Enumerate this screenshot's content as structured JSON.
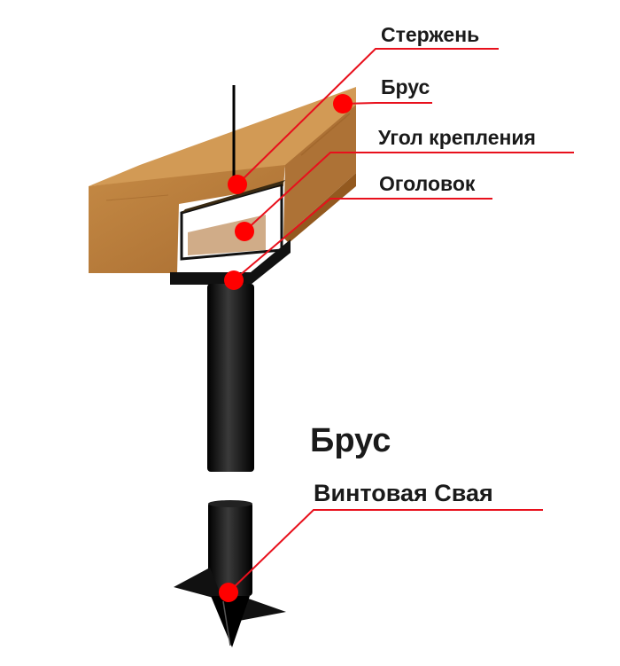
{
  "labels": {
    "rod": "Стержень",
    "beam": "Брус",
    "bracket": "Угол крепления",
    "head": "Оголовок",
    "title": "Брус",
    "pile": "Винтовая Свая"
  },
  "colors": {
    "leader": "#e8101c",
    "marker": "#ff0000",
    "wood_front": "#b87a38",
    "wood_top": "#d29a55",
    "wood_side": "#9c6228",
    "metal": "#111111"
  }
}
